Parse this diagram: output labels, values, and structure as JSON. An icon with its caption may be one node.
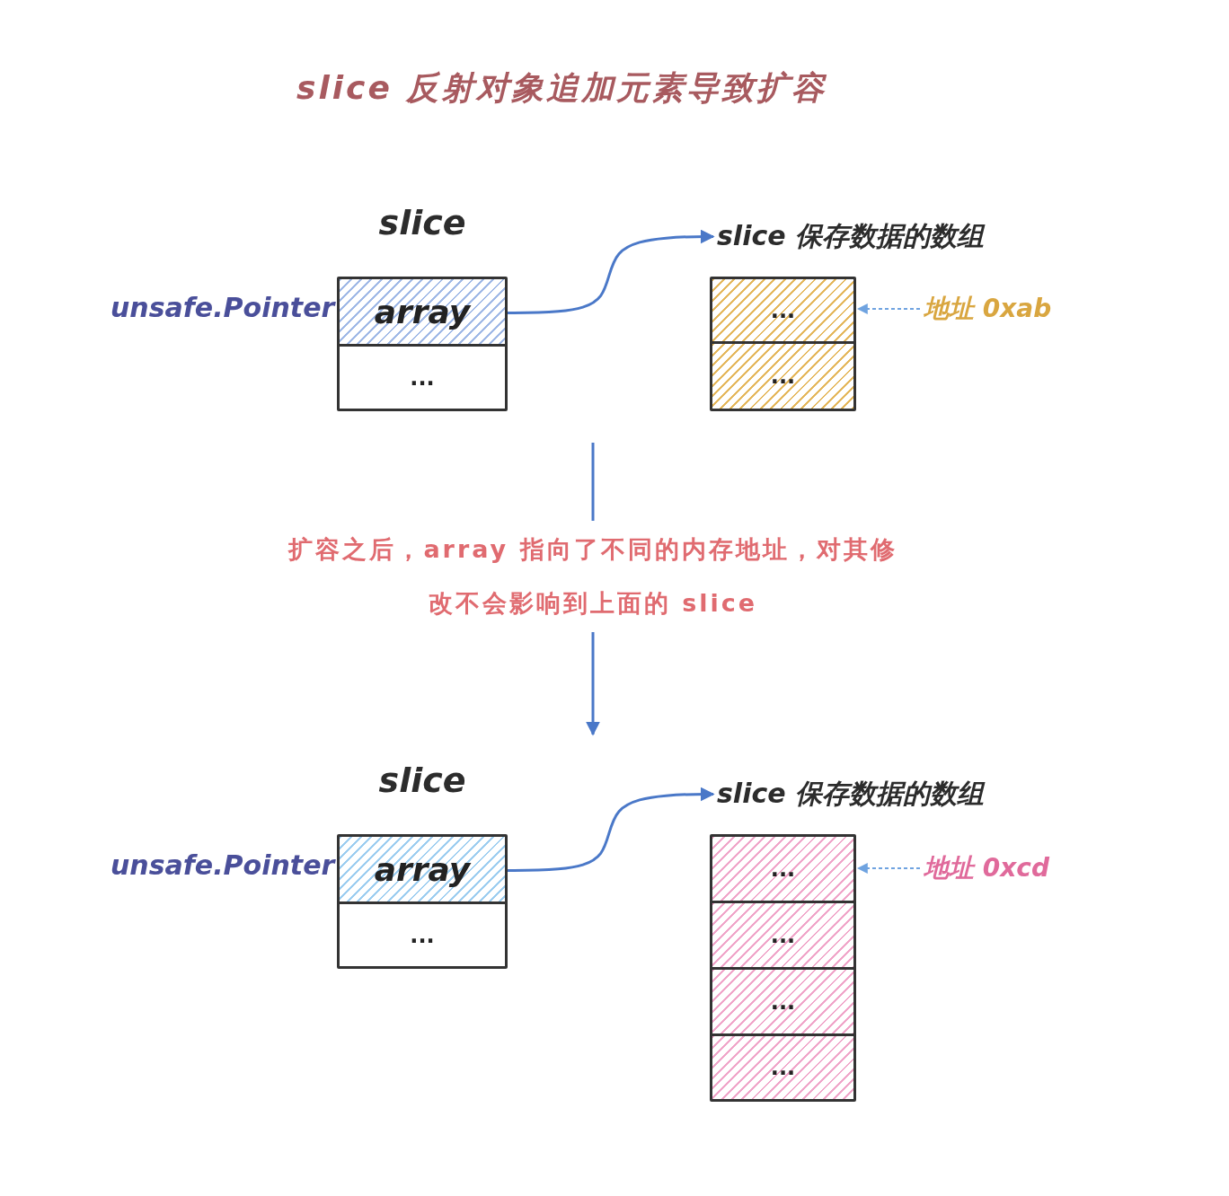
{
  "diagram": {
    "title": "slice 反射对象追加元素导致扩容",
    "nodes": [
      {
        "text": [
          "slice"
        ]
      },
      {
        "text": [
          "array"
        ],
        "in": 0,
        "beside": [
          "unsafe.Pointer"
        ]
      },
      {
        "text": [
          "..."
        ],
        "in": 0
      },
      {
        "text": [
          "slice 保存数据的数组"
        ]
      },
      {
        "text": [
          "..."
        ],
        "in": 3
      },
      {
        "text": [
          "..."
        ],
        "in": 3
      },
      {
        "text": [
          "地址 0xab"
        ]
      },
      {
        "text": [
          "扩容之后，array 指向了不同的内存地址，对其修改不会影响到上面的 slice"
        ]
      },
      {
        "text": [
          "slice"
        ]
      },
      {
        "text": [
          "array"
        ],
        "in": 8,
        "beside": [
          "unsafe.Pointer"
        ]
      },
      {
        "text": [
          "..."
        ],
        "in": 8
      },
      {
        "text": [
          "slice 保存数据的数组"
        ]
      },
      {
        "text": [
          "..."
        ],
        "in": 11
      },
      {
        "text": [
          "..."
        ],
        "in": 11
      },
      {
        "text": [
          "..."
        ],
        "in": 11
      },
      {
        "text": [
          "..."
        ],
        "in": 11
      },
      {
        "text": [
          "地址 0xcd"
        ]
      }
    ],
    "edges": [
      {
        "from": 1,
        "to": 3,
        "arrow": "to"
      },
      {
        "from": 6,
        "to": 3,
        "arrow": "to",
        "style": "dashed",
        "color": "#6fa3e0"
      },
      {
        "from": null,
        "to": 7,
        "arrow": "none"
      },
      {
        "from": 7,
        "to": null,
        "arrow": "to"
      },
      {
        "from": 9,
        "to": 11,
        "arrow": "to"
      },
      {
        "from": 16,
        "to": 11,
        "arrow": "to",
        "style": "dashed",
        "color": "#6fa3e0"
      }
    ]
  }
}
